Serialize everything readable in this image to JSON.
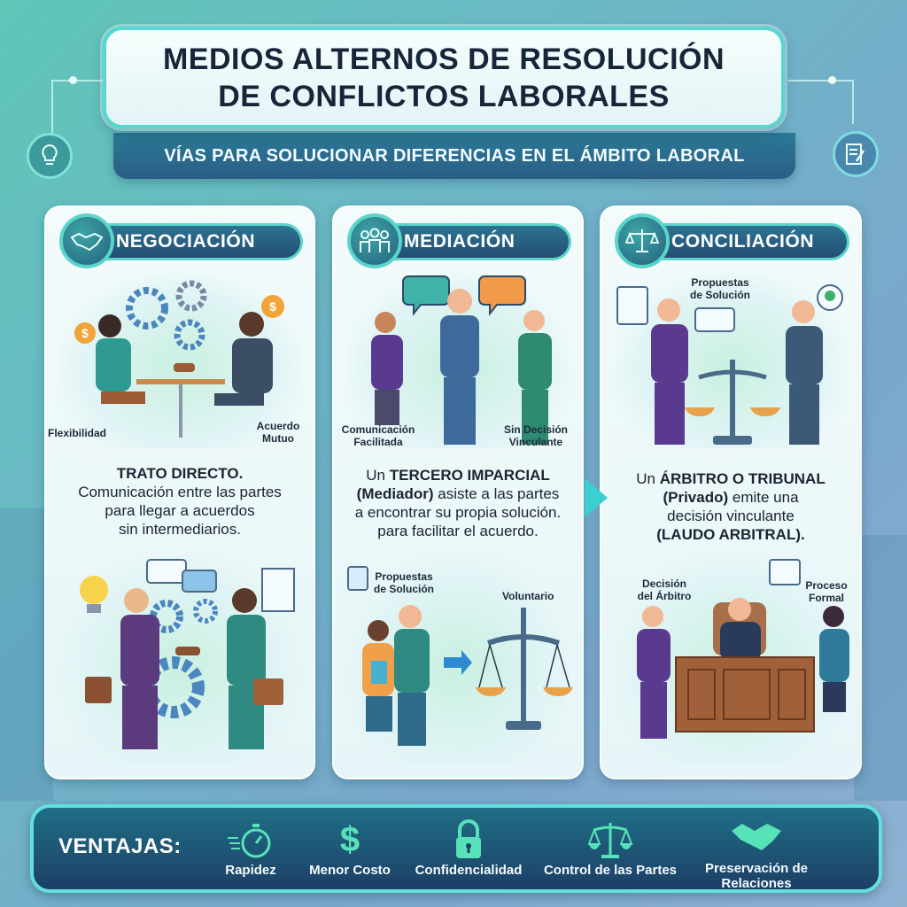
{
  "header": {
    "title_line1": "MEDIOS ALTERNOS DE RESOLUCIÓN",
    "title_line2": "DE CONFLICTOS LABORALES",
    "subtitle": "VÍAS PARA SOLUCIONAR DIFERENCIAS EN EL ÁMBITO LABORAL"
  },
  "side_icons": {
    "left": "lightbulb-icon",
    "right": "document-edit-icon"
  },
  "sections": [
    {
      "title": "NEGOCIACIÓN",
      "icon": "handshake-icon",
      "labels": [
        "Flexibilidad",
        "Acuerdo Mutuo"
      ],
      "desc_bold": "TRATO DIRECTO.",
      "desc_line1": "Comunicación entre las partes",
      "desc_line2": "para llegar a acuerdos",
      "desc_line3": "sin intermediarios."
    },
    {
      "title": "MEDIACIÓN",
      "icon": "group-people-icon",
      "labels": [
        "Comunicación Facilitada",
        "Sin Decisión Vinculante"
      ],
      "desc_prefix": "Un ",
      "desc_bold1": "TERCERO IMPARCIAL",
      "desc_bold2": "(Mediador)",
      "desc_rest1": " asiste a las partes",
      "desc_line3": "a encontrar su propia solución.",
      "desc_line4": "para facilitar el acuerdo.",
      "lower_labels": [
        "Propuestas de Solución",
        "Voluntario"
      ]
    },
    {
      "title": "CONCILIACIÓN",
      "icon": "scales-icon",
      "labels": [
        "Propuestas de Solución"
      ],
      "desc_prefix": "Un ",
      "desc_bold1": "ÁRBITRO O TRIBUNAL",
      "desc_bold2": "(Privado)",
      "desc_rest2": " emite una",
      "desc_line3": "decisión vinculante",
      "desc_bold3": "(LAUDO ARBITRAL).",
      "lower_labels": [
        "Decisión del Árbitro",
        "Proceso Formal"
      ]
    }
  ],
  "advantages": {
    "title": "VENTAJAS:",
    "items": [
      {
        "label": "Rapidez",
        "icon": "stopwatch-icon"
      },
      {
        "label": "Menor Costo",
        "icon": "dollar-icon"
      },
      {
        "label": "Confidencialidad",
        "icon": "lock-icon"
      },
      {
        "label": "Control de las Partes",
        "icon": "scales-icon"
      },
      {
        "label": "Preservación de Relaciones",
        "icon": "handshake-icon"
      }
    ]
  },
  "colors": {
    "accent_teal": "#5ad5c9",
    "pill_dark": "#244f74",
    "text_dark": "#172538",
    "adv_icon": "#57e2b9"
  }
}
